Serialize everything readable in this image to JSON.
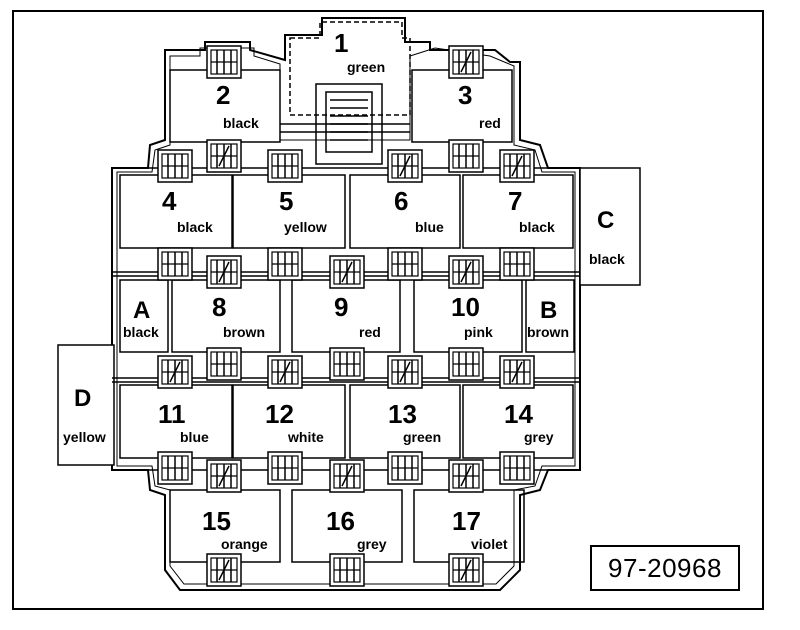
{
  "relays": [
    {
      "number": "1",
      "color": "green"
    },
    {
      "number": "2",
      "color": "black"
    },
    {
      "number": "3",
      "color": "red"
    },
    {
      "number": "4",
      "color": "black"
    },
    {
      "number": "5",
      "color": "yellow"
    },
    {
      "number": "6",
      "color": "blue"
    },
    {
      "number": "7",
      "color": "black"
    },
    {
      "number": "8",
      "color": "brown"
    },
    {
      "number": "9",
      "color": "red"
    },
    {
      "number": "10",
      "color": "pink"
    },
    {
      "number": "11",
      "color": "blue"
    },
    {
      "number": "12",
      "color": "white"
    },
    {
      "number": "13",
      "color": "green"
    },
    {
      "number": "14",
      "color": "grey"
    },
    {
      "number": "15",
      "color": "orange"
    },
    {
      "number": "16",
      "color": "grey"
    },
    {
      "number": "17",
      "color": "violet"
    }
  ],
  "sockets": [
    {
      "letter": "A",
      "color": "black"
    },
    {
      "letter": "B",
      "color": "brown"
    },
    {
      "letter": "C",
      "color": "black"
    },
    {
      "letter": "D",
      "color": "yellow"
    }
  ],
  "reference": "97-20968"
}
